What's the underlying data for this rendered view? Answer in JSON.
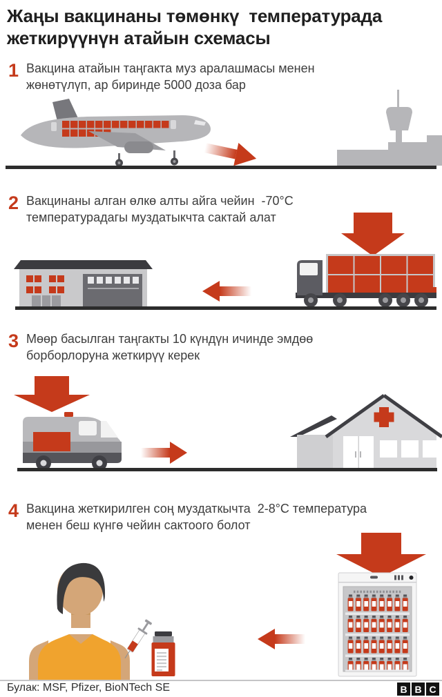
{
  "colors": {
    "accent": "#c53a1b",
    "ground": "#2c2c2c",
    "body_text": "#3d3d3d",
    "title_text": "#1f1f1f"
  },
  "header": {
    "title": "Жаңы вакцинаны төмөнкү  температурада\nжеткирүүнүн атайын схемасы"
  },
  "steps": [
    {
      "number": "1",
      "text": "Вакцина атайын таңгакта муз аралашмасы менен\nжөнөтүлүп, ар биринде 5000 доза бар",
      "icons": [
        "airplane-icon",
        "arrow-right-icon",
        "airport-tower-icon"
      ]
    },
    {
      "number": "2",
      "text": "Вакцинаны алган өлкө алты айга чейин  -70°C\nтемпературадагы муздатыкчта сактай алат",
      "icons": [
        "arrow-down-icon",
        "warehouse-icon",
        "arrow-left-icon",
        "truck-icon"
      ]
    },
    {
      "number": "3",
      "text": "Мөөр басылган таңгакты 10 күндүн ичинде эмдөө\nборборлоруна жеткирүү керек",
      "icons": [
        "arrow-down-icon",
        "ambulance-van-icon",
        "arrow-right-icon",
        "medical-center-icon"
      ]
    },
    {
      "number": "4",
      "text": "Вакцина жеткирилген соң муздаткычта  2-8°C температура\nменен беш күнгө чейин сактоого болот",
      "icons": [
        "arrow-down-icon",
        "patient-icon",
        "syringe-icon",
        "vaccine-vial-icon",
        "arrow-left-icon",
        "fridge-icon"
      ]
    }
  ],
  "footer": {
    "source": "Булак: MSF, Pfizer, BioNTech SE",
    "logo_letters": [
      "B",
      "B",
      "C"
    ]
  }
}
